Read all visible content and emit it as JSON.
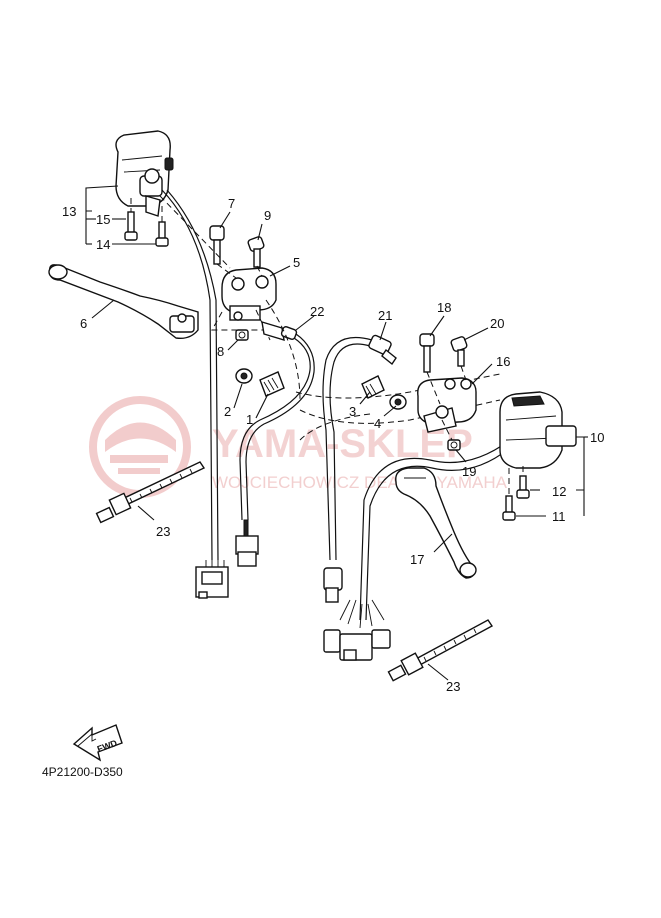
{
  "diagram": {
    "code": "4P21200-D350",
    "fwd_label": "FWD",
    "watermark": {
      "brand": "YAMA-SKLEP",
      "subline": "WOJCIECHOWICZ DEALER YAMAHA"
    },
    "callouts": [
      {
        "id": "c1",
        "label": "1"
      },
      {
        "id": "c2",
        "label": "2"
      },
      {
        "id": "c3",
        "label": "3"
      },
      {
        "id": "c4",
        "label": "4"
      },
      {
        "id": "c5",
        "label": "5"
      },
      {
        "id": "c6",
        "label": "6"
      },
      {
        "id": "c7",
        "label": "7"
      },
      {
        "id": "c8",
        "label": "8"
      },
      {
        "id": "c9",
        "label": "9"
      },
      {
        "id": "c10",
        "label": "10"
      },
      {
        "id": "c11",
        "label": "11"
      },
      {
        "id": "c12",
        "label": "12"
      },
      {
        "id": "c13",
        "label": "13"
      },
      {
        "id": "c14",
        "label": "14"
      },
      {
        "id": "c15",
        "label": "15"
      },
      {
        "id": "c16",
        "label": "16"
      },
      {
        "id": "c17",
        "label": "17"
      },
      {
        "id": "c18",
        "label": "18"
      },
      {
        "id": "c19",
        "label": "19"
      },
      {
        "id": "c20",
        "label": "20"
      },
      {
        "id": "c21",
        "label": "21"
      },
      {
        "id": "c22",
        "label": "22"
      },
      {
        "id": "c23a",
        "label": "23"
      },
      {
        "id": "c23b",
        "label": "23"
      }
    ]
  }
}
